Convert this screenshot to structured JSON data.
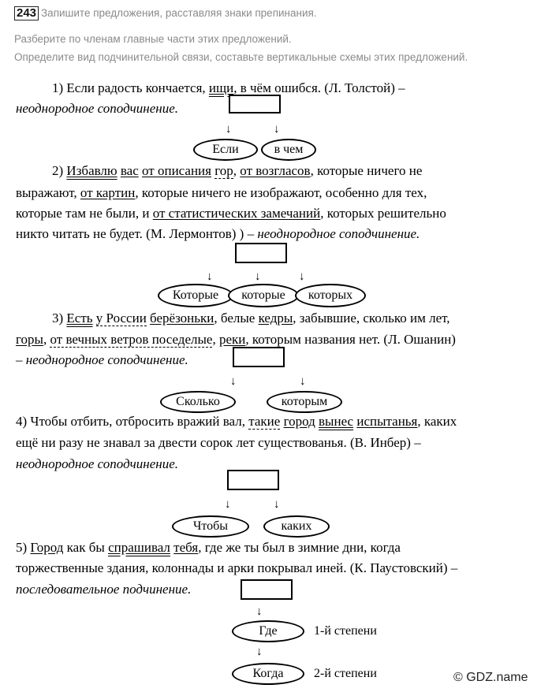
{
  "header": {
    "number": "243",
    "line1": "Запишите предложения, расставляя знаки препинания.",
    "line2": "Разберите по членам главные части этих предложений.",
    "line3": "Определите вид подчинительной связи, составьте вертикальные схемы этих предложений."
  },
  "s1": {
    "p1": "1) Если радость кончается, ",
    "ishchi": "ищи",
    "p2": ", в чём ошибся. (Л. Толстой) –",
    "type": "неоднородное соподчинение.",
    "ovals": [
      "Если",
      "в чем"
    ]
  },
  "s2": {
    "p1": "2) ",
    "w_izbavlyu": "Избавлю",
    "sp1": " ",
    "w_vas": "вас",
    "sp2": " ",
    "w_ot_opisaniya": "от описания",
    "sp3": " ",
    "w_gor": "гор",
    "comma1": ", ",
    "w_ot_vozglasov": "от возгласов",
    "p2": ", которые ничего не",
    "line2_p1": "выражают, ",
    "w_ot_kartin": "от картин",
    "line2_p2": ", которые ничего не изображают, особенно для тех,",
    "line3_p1": "которые там не были, и ",
    "w_ot_stat": "от статистических замечаний",
    "line3_p2": ", которых решительно",
    "line4": "никто читать не будет. (М. Лермонтов) ) – ",
    "type": "неоднородное соподчинение.",
    "ovals": [
      "Которые",
      "которые",
      "которых"
    ]
  },
  "s3": {
    "p1": "3) ",
    "w_est": "Есть",
    "sp1": " ",
    "w_u_rossii": "у России",
    "sp2": " ",
    "w_beryozonki": "берёзоньки",
    "p2": ", белые ",
    "w_kedry": "кедры",
    "p3": ", забывшие, сколько им лет,",
    "w_gory": "горы",
    "l2_p1": ", ",
    "w_ot_vetrov": "от вечных ветров поседелые",
    "l2_p2": ", ",
    "w_reki": "реки",
    "l2_p3": ", которым названия нет. (Л. Ошанин)",
    "dash": "– ",
    "type": "неоднородное соподчинение.",
    "ovals": [
      "Сколько",
      "которым"
    ]
  },
  "s4": {
    "p1": "4) Чтобы отбить, отбросить вражий вал, ",
    "w_takie": "такие",
    "sp1": " ",
    "w_gorod": "город",
    "sp2": " ",
    "w_vynes": "вынес",
    "sp3": " ",
    "w_ispytanya": "испытанья",
    "p2": ", каких",
    "line2": "ещё ни разу не знавал за двести сорок лет существованья. (В. Инбер) –",
    "type": "неоднородное соподчинение.",
    "ovals": [
      "Чтобы",
      "каких"
    ]
  },
  "s5": {
    "p1": "5) ",
    "w_gorod": "Город",
    "p2": " как бы ",
    "w_sprashival": "спрашивал",
    "sp1": " ",
    "w_tebya": "тебя",
    "p3": ", где же ты был в зимние дни, когда",
    "line2": "торжественные здания, колоннады и арки покрывал иней. (К. Паустовский) –",
    "type": "последовательное подчинение.",
    "ovals": [
      "Где",
      "Когда"
    ],
    "degrees": [
      "1-й степени",
      "2-й степени"
    ]
  },
  "arrow_glyph": "↓",
  "watermark": "© GDZ.name"
}
